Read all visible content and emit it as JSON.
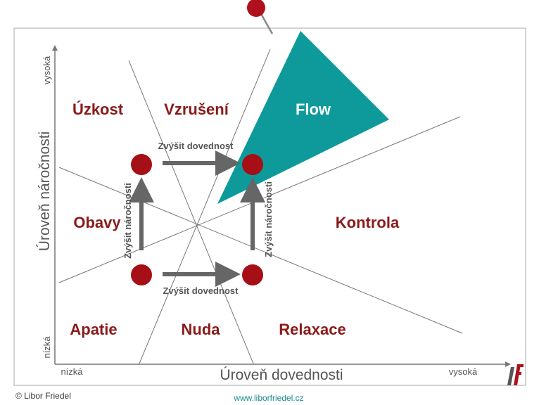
{
  "zones": {
    "anxiety": "Úzkost",
    "arousal": "Vzrušení",
    "flow": "Flow",
    "worry": "Obavy",
    "control": "Kontrola",
    "apathy": "Apatie",
    "boredom": "Nuda",
    "relaxation": "Relaxace"
  },
  "arrows": {
    "skill_top": "Zvýšit dovednost",
    "skill_bottom": "Zvýšit dovednost",
    "challenge_left": "Zvýšit náročnosti",
    "challenge_right": "Zvýšit náročnosti"
  },
  "axes": {
    "y_title": "Úroveň náročnosti",
    "y_high": "vysoká",
    "y_low": "nízká",
    "x_title": "Úroveň dovednosti",
    "x_low": "nízká",
    "x_high": "vysoká"
  },
  "footer": {
    "copyright": "© Libor Friedel",
    "website": "www.liborfriedel.cz"
  },
  "colors": {
    "flow_fill": "#0e9a9a",
    "dot": "#a50f15",
    "zone_text": "#8b1a1a",
    "arrow": "#666666",
    "pin": "#b0101c"
  }
}
